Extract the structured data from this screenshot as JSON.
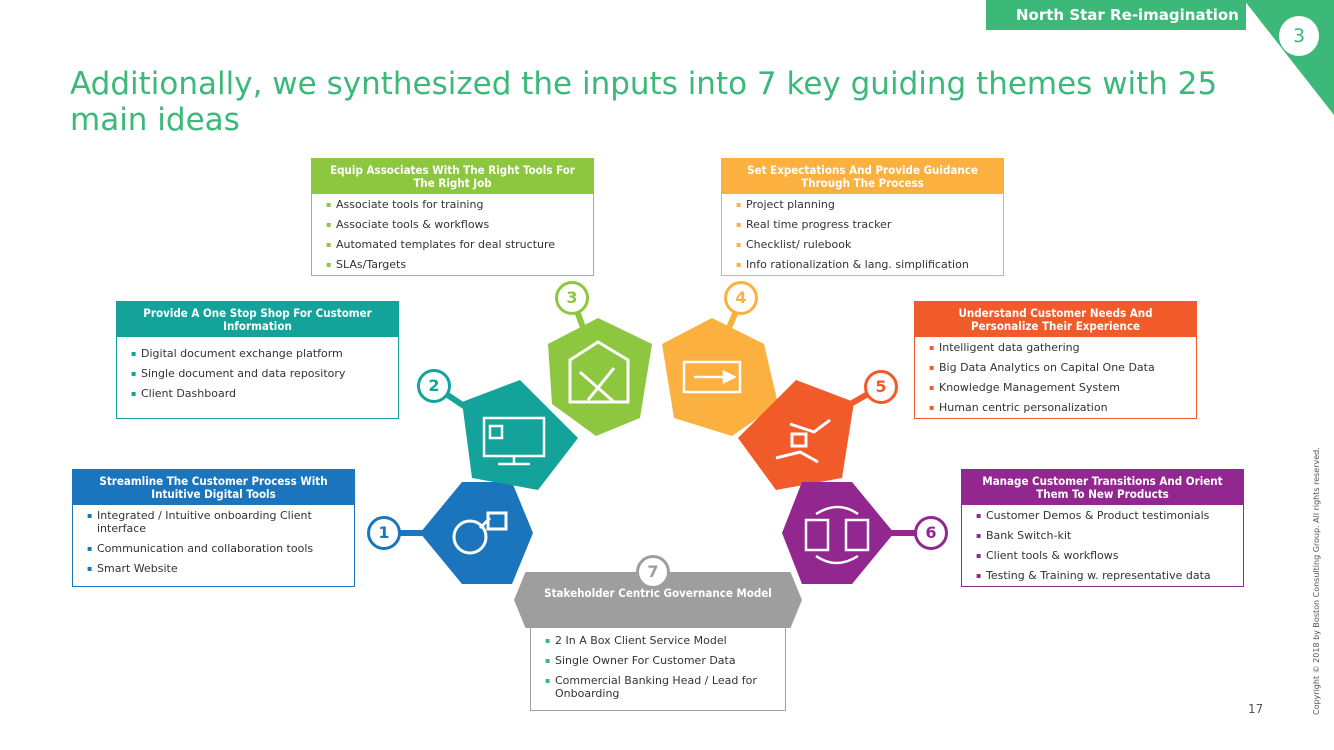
{
  "header": {
    "tag": "North Star Re-imagination",
    "section_number": "3",
    "title": "Additionally, we synthesized the inputs into 7 key guiding themes with 25 main ideas"
  },
  "themes": [
    {
      "number": "1",
      "title": "Streamline The Customer Process With Intuitive Digital Tools",
      "ideas": [
        "Integrated / Intuitive onboarding Client interface",
        "Communication and collaboration tools",
        "Smart Website"
      ],
      "color": "#1b75bc"
    },
    {
      "number": "2",
      "title": "Provide A One Stop Shop For Customer Information",
      "ideas": [
        "Digital document exchange platform",
        "Single document and data repository",
        "Client Dashboard"
      ],
      "color": "#14a39a"
    },
    {
      "number": "3",
      "title": "Equip Associates With The Right Tools For The Right Job",
      "ideas": [
        "Associate tools for training",
        "Associate tools & workflows",
        "Automated templates for deal structure",
        "SLAs/Targets"
      ],
      "color": "#8dc63f"
    },
    {
      "number": "4",
      "title": "Set Expectations And Provide Guidance Through The Process",
      "ideas": [
        "Project planning",
        "Real time progress tracker",
        "Checklist/ rulebook",
        "Info rationalization & lang. simplification"
      ],
      "color": "#fbb040"
    },
    {
      "number": "5",
      "title": "Understand Customer Needs And Personalize Their Experience",
      "ideas": [
        "Intelligent data gathering",
        "Big Data Analytics on Capital One Data",
        "Knowledge Management System",
        "Human centric personalization"
      ],
      "color": "#f15a29"
    },
    {
      "number": "6",
      "title": "Manage Customer Transitions And Orient Them To New Products",
      "ideas": [
        "Customer Demos & Product testimonials",
        "Bank Switch-kit",
        "Client tools & workflows",
        "Testing & Training w. representative data"
      ],
      "color": "#92278f"
    },
    {
      "number": "7",
      "title": "Stakeholder Centric Governance Model",
      "ideas": [
        "2 In A Box Client Service Model",
        "Single Owner For Customer Data",
        "Commercial Banking Head / Lead for Onboarding"
      ],
      "color": "#9e9e9e"
    }
  ],
  "footer": {
    "page_number": "17",
    "copyright": "Copyright © 2018 by Boston Consulting Group. All rights reserved."
  }
}
